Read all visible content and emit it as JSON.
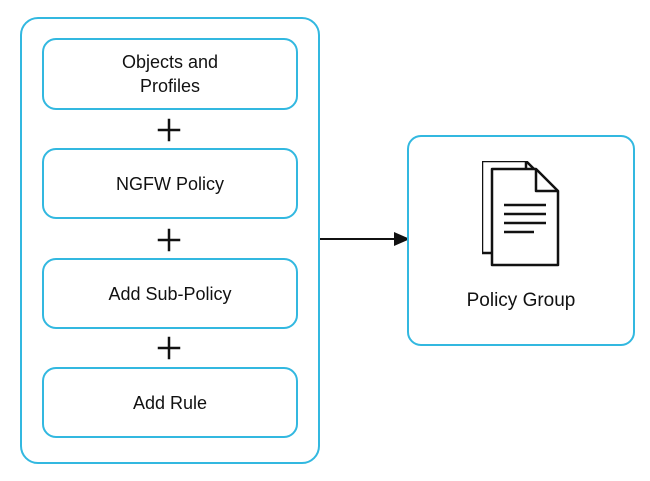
{
  "diagram": {
    "left_group": {
      "steps": [
        {
          "label": "Objects and\nProfiles"
        },
        {
          "label": "NGFW Policy"
        },
        {
          "label": "Add Sub-Policy"
        },
        {
          "label": "Add Rule"
        }
      ],
      "connectors": [
        {
          "symbol": "plus"
        },
        {
          "symbol": "plus"
        },
        {
          "symbol": "plus"
        }
      ]
    },
    "result": {
      "label": "Policy Group",
      "icon": "document-stack-icon"
    },
    "colors": {
      "box_border": "#32b8e0",
      "text": "#111111",
      "arrow": "#111111",
      "background": "#ffffff"
    }
  }
}
